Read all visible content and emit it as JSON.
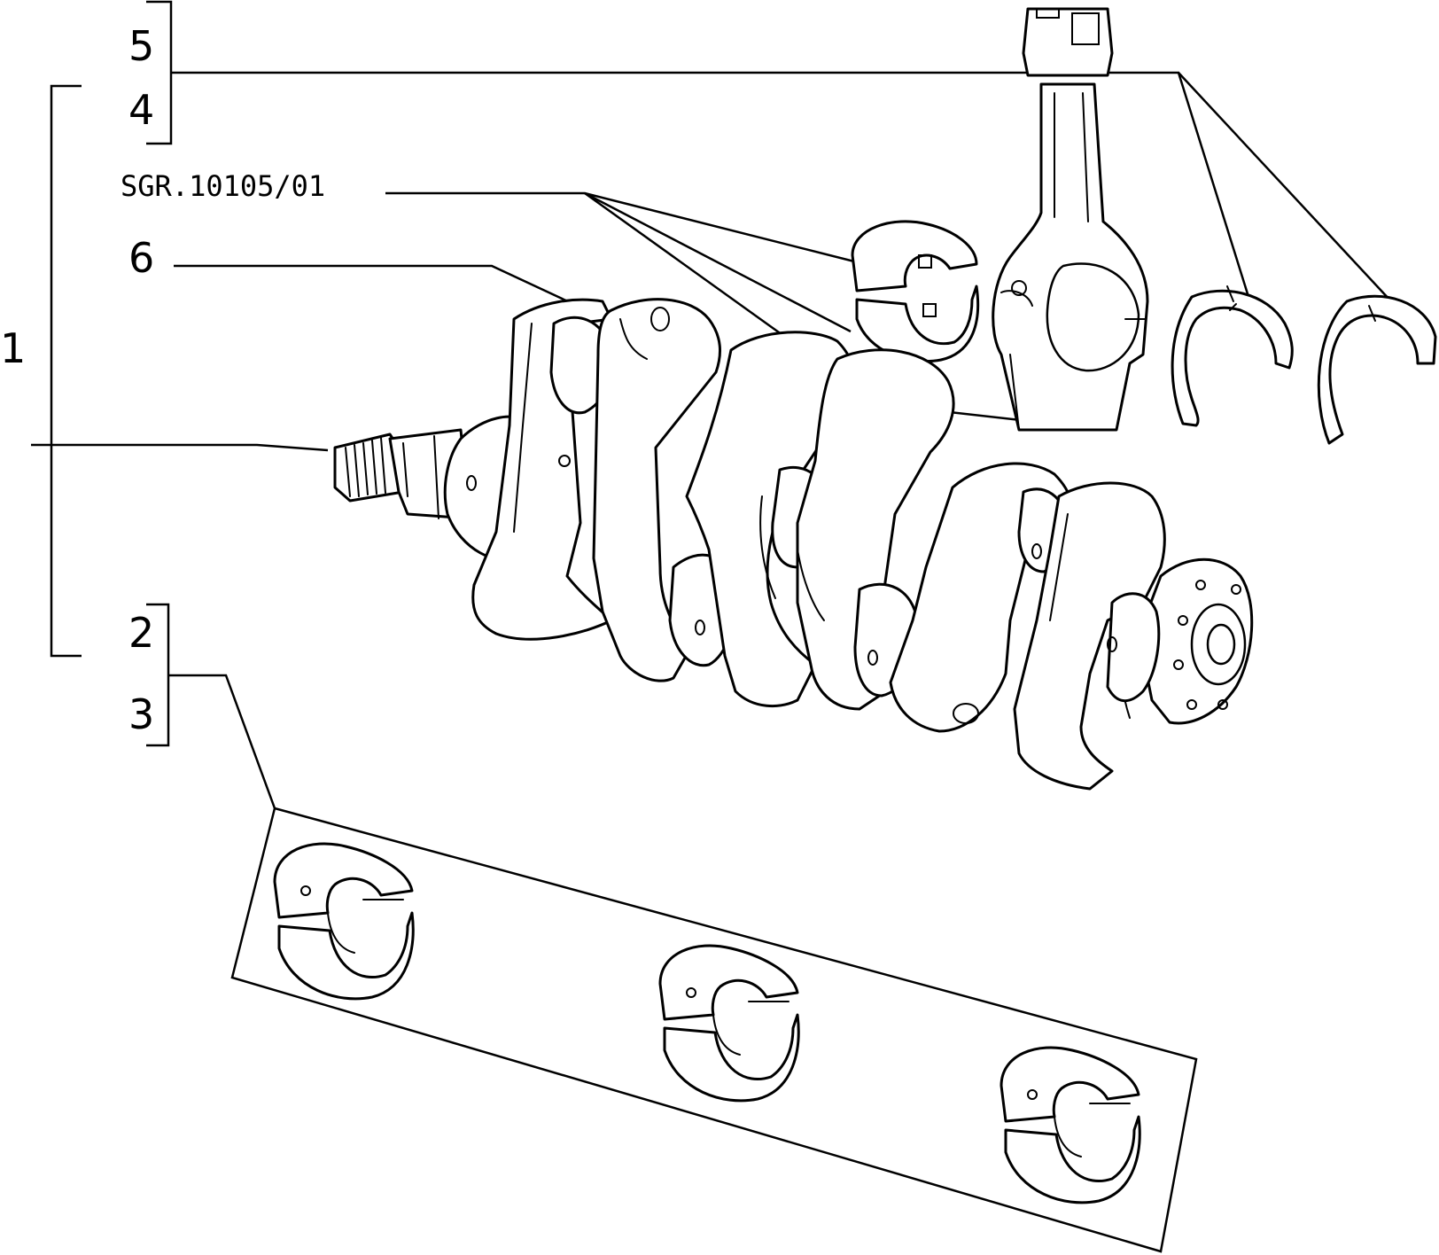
{
  "callouts": {
    "c1": "1",
    "c2": "2",
    "c3": "3",
    "c4": "4",
    "c5": "5",
    "c6": "6",
    "ref": "SGR.10105/01"
  }
}
